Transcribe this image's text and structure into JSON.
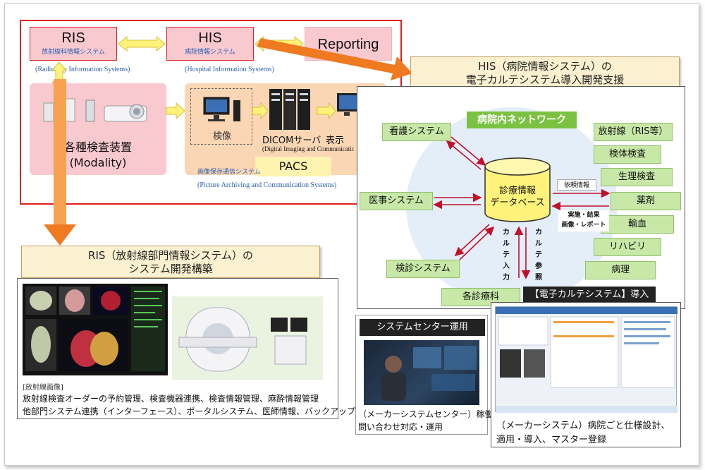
{
  "ris": {
    "title": "RIS",
    "jp": "放射線科情報システム",
    "en": "(Radiology Information Systems)"
  },
  "his": {
    "title": "HIS",
    "jp": "病院情報システム",
    "en": "(Hospital Information Systems)"
  },
  "reporting": {
    "title": "Reporting"
  },
  "modality": {
    "line1": "各種検査装置",
    "line2": "(Modality)"
  },
  "pacs": {
    "kenzo": "検像",
    "dicom": "DICOMサーバ",
    "dicom_en": "(Digital Imaging and Communications in Medicine)",
    "hyoji": "表示",
    "pacs_label": "PACS",
    "jp": "画像保存通信システム",
    "en": "(Picture Archiving and Communication Systems)"
  },
  "his_callout": {
    "line1": "HIS（病院情報システム）の",
    "line2": "電子カルテシステム導入開発支援"
  },
  "ris_callout": {
    "line1": "RIS（放射線部門情報システム）の",
    "line2": "システム開発構築"
  },
  "network": {
    "title": "病院内ネットワーク",
    "center_line1": "診療情報",
    "center_line2": "データベース",
    "left": [
      "看護システム",
      "医事システム",
      "検診システム",
      "各診療科"
    ],
    "right": [
      "放射線（RIS等）",
      "検体検査",
      "生理検査",
      "薬剤",
      "輸血",
      "リハビリ",
      "病理"
    ],
    "irai": "依頼情報",
    "jisshi_line1": "実施・結果",
    "jisshi_line2": "画像・レポート",
    "karte_in": "カルテ入力",
    "karte_ref": "カルテ参照"
  },
  "emr_banner": "【電子カルテシステム】導入",
  "ris_image": {
    "caption": "[放射線画像]",
    "line1": "放射線検査オーダーの予約管理、検査機器連携、検査情報管理、麻酔情報管理",
    "line2": "他部門システム連携（インターフェース）、ポータルシステム、医師情報、バックアップ"
  },
  "center": {
    "title": "システムセンター運用",
    "line1": "（メーカーシステムセンター）稼働監視・",
    "line2": "問い合わせ対応・運用"
  },
  "maker": {
    "line1": "（メーカーシステム）病院ごと仕様設計、",
    "line2": "適用・導入、マスター登録"
  },
  "colors": {
    "red": "#e02020",
    "orange": "#f07a20",
    "green": "#c8e8a8",
    "pink": "#f9c9d0"
  }
}
